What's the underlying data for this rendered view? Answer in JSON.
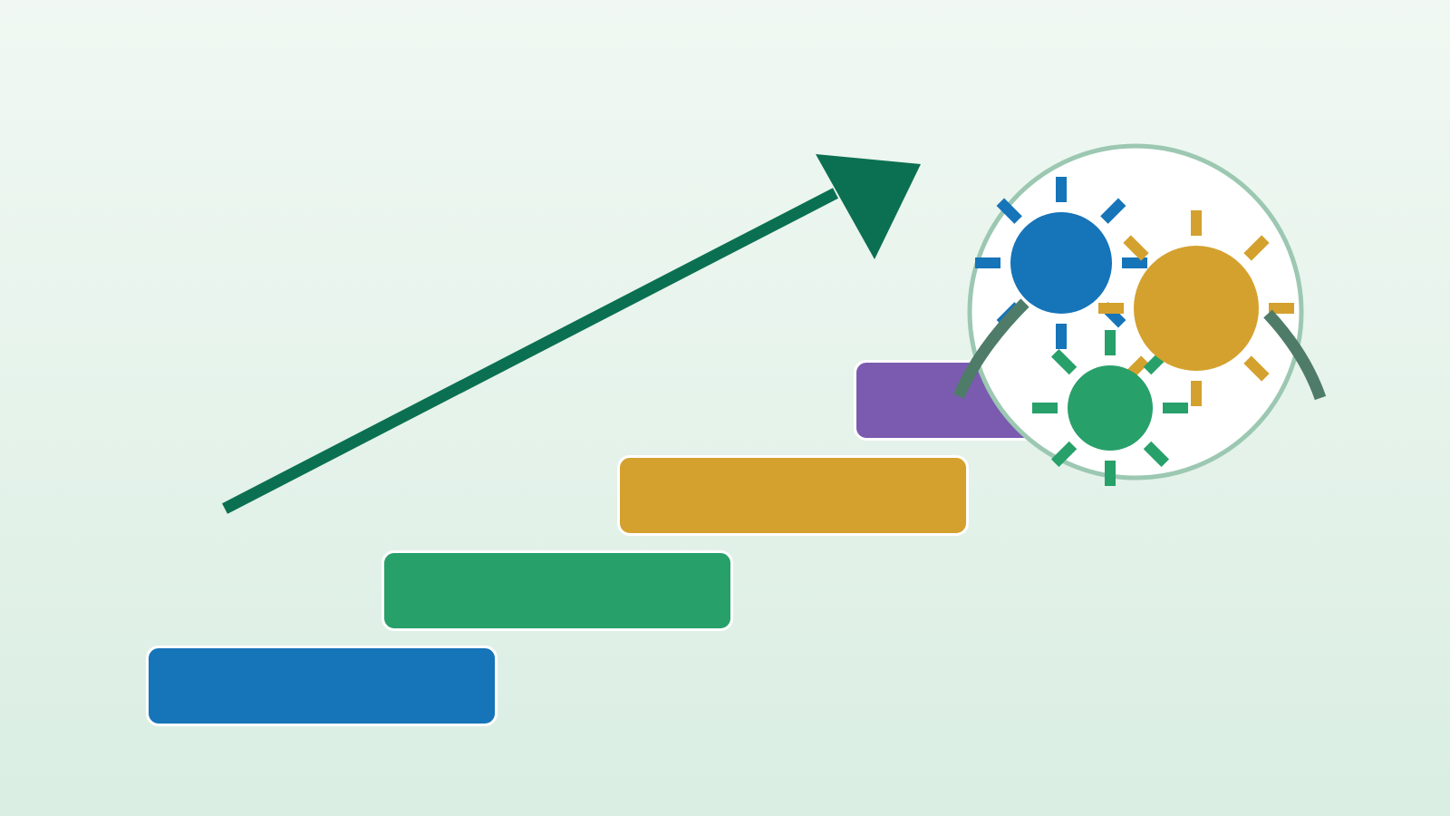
{
  "colors": {
    "background_top": "#f1f8f3",
    "background_bottom": "#daeee3",
    "arrow": "#0b7051",
    "blue": "#1674b9",
    "green": "#27a06a",
    "gold": "#d4a12e",
    "purple": "#7a5bb0",
    "ring": "#9cc8b2",
    "arc": "#4e7c68",
    "circle_fill": "#ffffff"
  },
  "diagram": {
    "steps": [
      {
        "level": 1,
        "color": "#1674b9"
      },
      {
        "level": 2,
        "color": "#27a06a"
      },
      {
        "level": 3,
        "color": "#d4a12e"
      },
      {
        "level": 4,
        "color": "#7a5bb0"
      }
    ],
    "arrow": {
      "direction": "up-right"
    },
    "team_badge": {
      "icon": "team-collaboration-icon",
      "members": [
        {
          "name": "member-blue",
          "color": "#1674b9"
        },
        {
          "name": "member-gold",
          "color": "#d4a12e"
        },
        {
          "name": "member-green",
          "color": "#27a06a"
        }
      ]
    }
  }
}
